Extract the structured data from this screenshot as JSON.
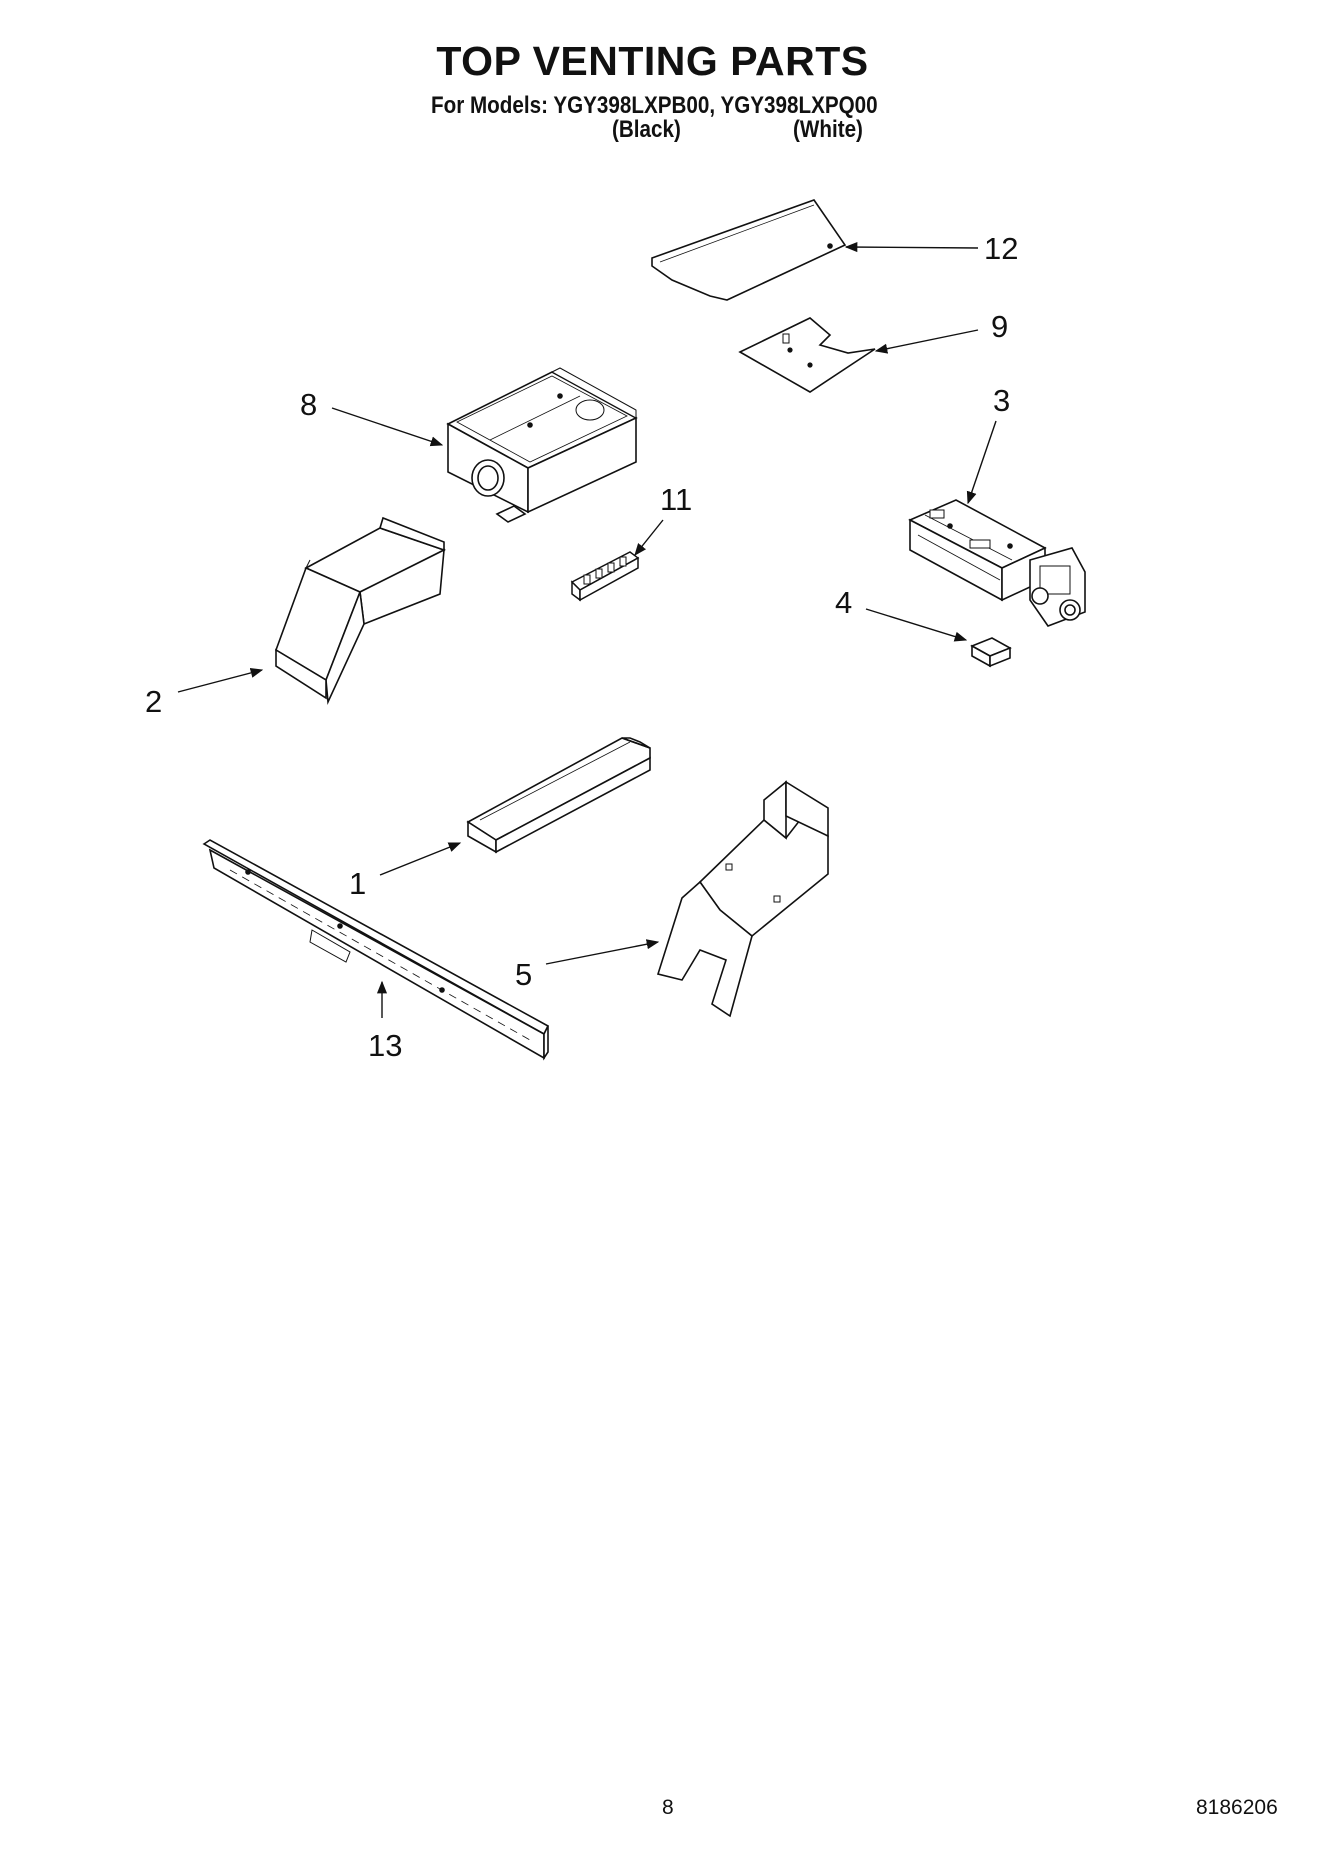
{
  "header": {
    "title": "TOP VENTING PARTS",
    "models_line": "For Models: YGY398LXPB00, YGY398LXPQ00",
    "variant_black": "(Black)",
    "variant_white": "(White)"
  },
  "callouts": {
    "c1": "1",
    "c2": "2",
    "c3": "3",
    "c4": "4",
    "c5": "5",
    "c8": "8",
    "c9": "9",
    "c11": "11",
    "c12": "12",
    "c13": "13"
  },
  "footer": {
    "page_number": "8",
    "document_number": "8186206"
  }
}
